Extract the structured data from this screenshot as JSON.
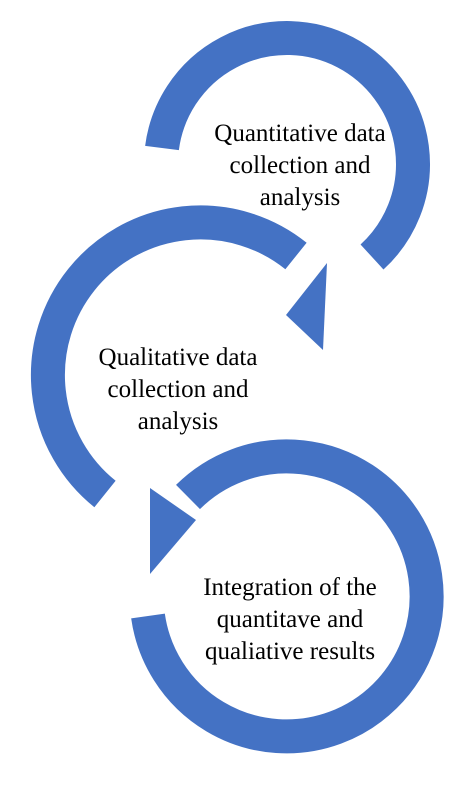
{
  "colors": {
    "arrow": "#4472C4",
    "text": "#000000",
    "background": "#FFFFFF"
  },
  "steps": [
    {
      "lines": [
        "Quantitative data",
        "collection and",
        "analysis"
      ]
    },
    {
      "lines": [
        "Qualitative data",
        "collection and",
        "analysis"
      ]
    },
    {
      "lines": [
        "Integration of  the",
        "quantitave and",
        "qualiative results"
      ]
    }
  ]
}
